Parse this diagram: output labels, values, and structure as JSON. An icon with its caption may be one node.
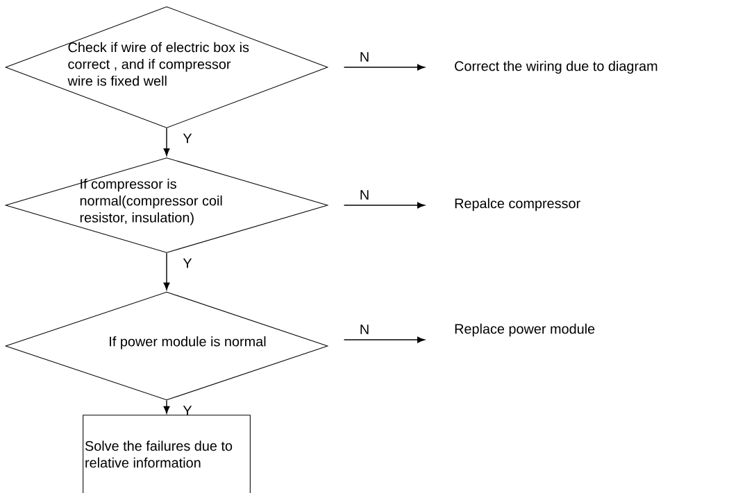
{
  "diagram": {
    "nodes": [
      {
        "text": [
          "Check if wire of electric box is correct , and if compressor wire is fixed well"
        ]
      },
      {
        "text": [
          "Correct the wiring due to diagram"
        ]
      },
      {
        "text": [
          "If compressor is normal(compressor coil resistor, insulation)"
        ]
      },
      {
        "text": [
          "Repalce compressor"
        ]
      },
      {
        "text": [
          "If power module is normal"
        ]
      },
      {
        "text": [
          "Replace power module"
        ]
      },
      {
        "text": [
          "Solve the failures due to relative information"
        ]
      }
    ],
    "edges": [
      {
        "from": 0,
        "to": 1,
        "arrow": "to",
        "label": "N"
      },
      {
        "from": 0,
        "to": 2,
        "arrow": "to",
        "label": "Y"
      },
      {
        "from": 2,
        "to": 3,
        "arrow": "to",
        "label": "N"
      },
      {
        "from": 2,
        "to": 4,
        "arrow": "to",
        "label": "Y"
      },
      {
        "from": 4,
        "to": 5,
        "arrow": "to",
        "label": "N"
      },
      {
        "from": 4,
        "to": 6,
        "arrow": "to",
        "label": "Y"
      }
    ]
  }
}
